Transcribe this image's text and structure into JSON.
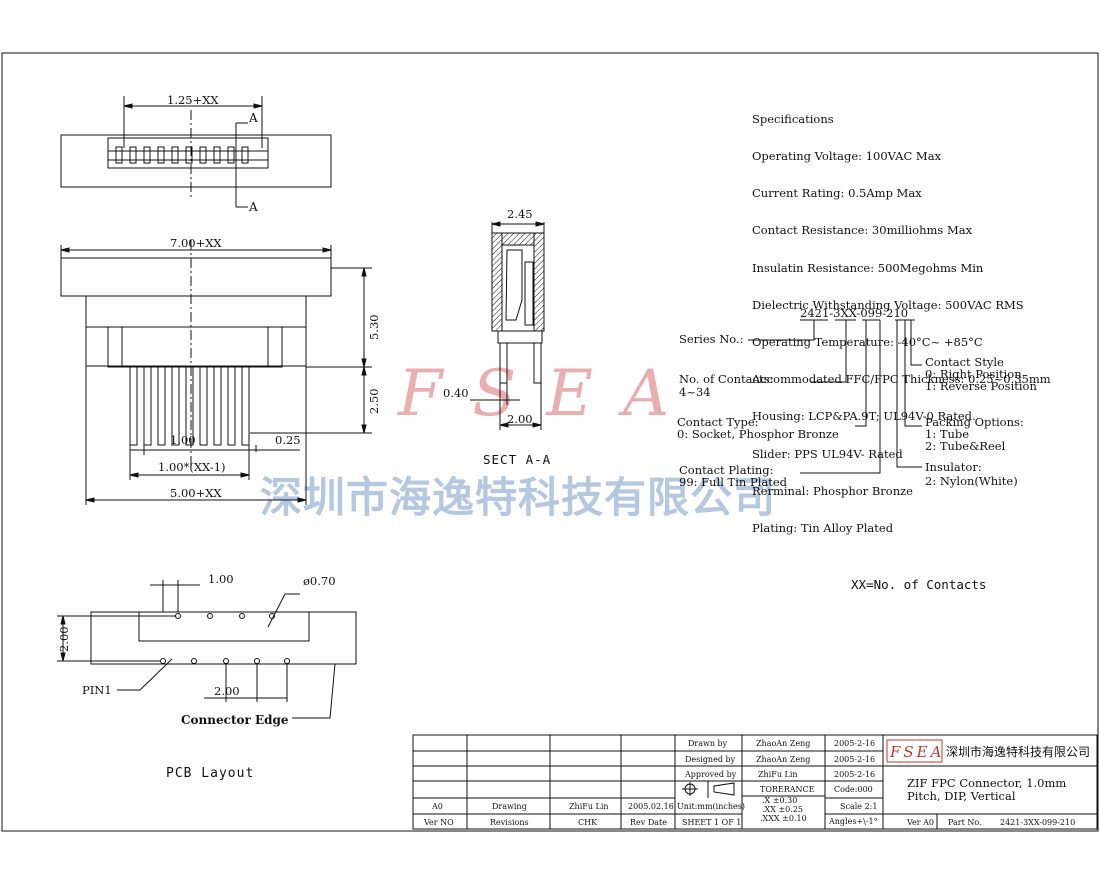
{
  "drawing": {
    "top_view": {
      "dim_top": "1.25+XX",
      "section_mark": "A"
    },
    "front_view": {
      "dim_width": "7.00+XX",
      "dim_height_upper": "5.30",
      "dim_height_lower": "2.50",
      "dim_pitch": "1.00",
      "dim_lead": "0.25",
      "dim_span": "1.00*(XX-1)",
      "dim_base": "5.00+XX"
    },
    "section_view": {
      "dim_top": "2.45",
      "dim_pin": "0.40",
      "dim_bottom": "2.00",
      "label": "SECT A-A"
    },
    "pcb_layout": {
      "dim_pitch": "1.00",
      "dim_hole": "ø0.70",
      "dim_row": "2.00",
      "dim_offset": "2.00",
      "pin1": "PIN1",
      "edge": "Connector Edge",
      "title": "PCB Layout"
    },
    "watermark": {
      "logo": "FSEA",
      "company": "深圳市海逸特科技有限公司"
    },
    "xx_note": "XX=No. of Contacts"
  },
  "specifications": {
    "lines": [
      "Specifications",
      "Operating Voltage: 100VAC Max",
      "Current Rating: 0.5Amp Max",
      "Contact Resistance: 30milliohms Max",
      "Insulatin Resistance: 500Megohms Min",
      "Dielectric Withstanding Voltage: 500VAC RMS",
      "Operating Temperature: -40°C~ +85°C",
      "Accommodated FFC/FPC Thickness: 0.25~0.35mm",
      "Housing: LCP&PA.9T; UL94V-0 Rated.",
      "Slider: PPS UL94V- Rated",
      "Rerminal: Phosphor Bronze",
      "Plating: Tin Alloy Plated"
    ]
  },
  "part_number": {
    "code": "2421-3XX-099-210",
    "series": "Series No.:",
    "contacts_title": "No. of Contacts:",
    "contacts_value": "4~34",
    "contact_type_title": "Contact Type:",
    "contact_type_value": "0: Socket, Phosphor Bronze",
    "plating_title": "Contact Plating:",
    "plating_value": "99: Full Tin Plated",
    "style_title": "Contact Style",
    "style_0": "0: Right Position",
    "style_1": "1: Reverse Position",
    "packing_title": "Packing Options:",
    "packing_1": "1: Tube",
    "packing_2": "2: Tube&Reel",
    "insulator_title": "Insulator:",
    "insulator_2": "2: Nylon(White)"
  },
  "title_block": {
    "drawn_label": "Drawn  by",
    "drawn_name": "ZhaoAn Zeng",
    "drawn_date": "2005-2-16",
    "designed_label": "Designed by",
    "designed_name": "ZhaoAn Zeng",
    "designed_date": "2005-2-16",
    "approved_label": "Approved by",
    "approved_name": "ZhiFu Lin",
    "approved_date": "2005-2-16",
    "tolerance": "TORERANCE",
    "code": "Code:000",
    "tol_x": ".X    ±0.30",
    "tol_xx": ".XX   ±0.25",
    "tol_xxx": ".XXX  ±0.10",
    "scale": "Scale  2:1",
    "units": "Unit:mm(inches)",
    "angles": "Angles+\\-1°",
    "sheet": "SHEET 1 OF 1",
    "rev_row": [
      "A0",
      "Drawing",
      "ZhiFu Lin",
      "2005.02.16"
    ],
    "header_row": [
      "Ver NO",
      "Revisions",
      "CHK",
      "Rev Date"
    ],
    "logo": "FSEA",
    "company": "深圳市海逸特科技有限公司",
    "title_line1": "ZIF FPC Connector, 1.0mm",
    "title_line2": "Pitch, DIP, Vertical",
    "ver_label": "Ver A0",
    "part_label": "Part No.",
    "part_no": "2421-3XX-099-210"
  },
  "colors": {
    "line": "#111111",
    "watermark_red": "#e8a0a0",
    "watermark_blue": "#a9bfdc",
    "logo_red": "#c0392b"
  }
}
